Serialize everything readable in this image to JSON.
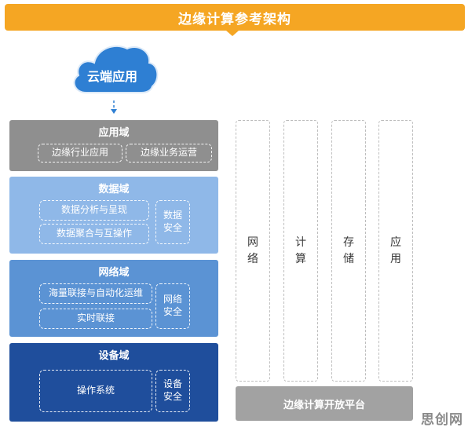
{
  "header": {
    "title": "边缘计算参考架构"
  },
  "cloud": {
    "label": "云端应用"
  },
  "domains": {
    "app": {
      "title": "应用域",
      "items": [
        "边缘行业应用",
        "边缘业务运营"
      ]
    },
    "data": {
      "title": "数据域",
      "items": [
        "数据分析与呈现",
        "数据聚合与互操作"
      ],
      "security": "数据安全"
    },
    "network": {
      "title": "网络域",
      "items": [
        "海量联接与自动化运维",
        "实时联接"
      ],
      "security": "网络安全"
    },
    "device": {
      "title": "设备域",
      "items": [
        "操作系统"
      ],
      "security": "设备安全"
    }
  },
  "columns": [
    "网络",
    "计算",
    "存储",
    "应用"
  ],
  "platform": {
    "label": "边缘计算开放平台"
  },
  "watermark": {
    "text": "思创网"
  },
  "colors": {
    "banner": "#f5a623",
    "cloud": "#2e7fd3",
    "app_domain": "#8f8f8f",
    "data_domain": "#8fb8e8",
    "network_domain": "#5b93d4",
    "device_domain": "#1f4e9c",
    "platform": "#a2a2a2"
  }
}
